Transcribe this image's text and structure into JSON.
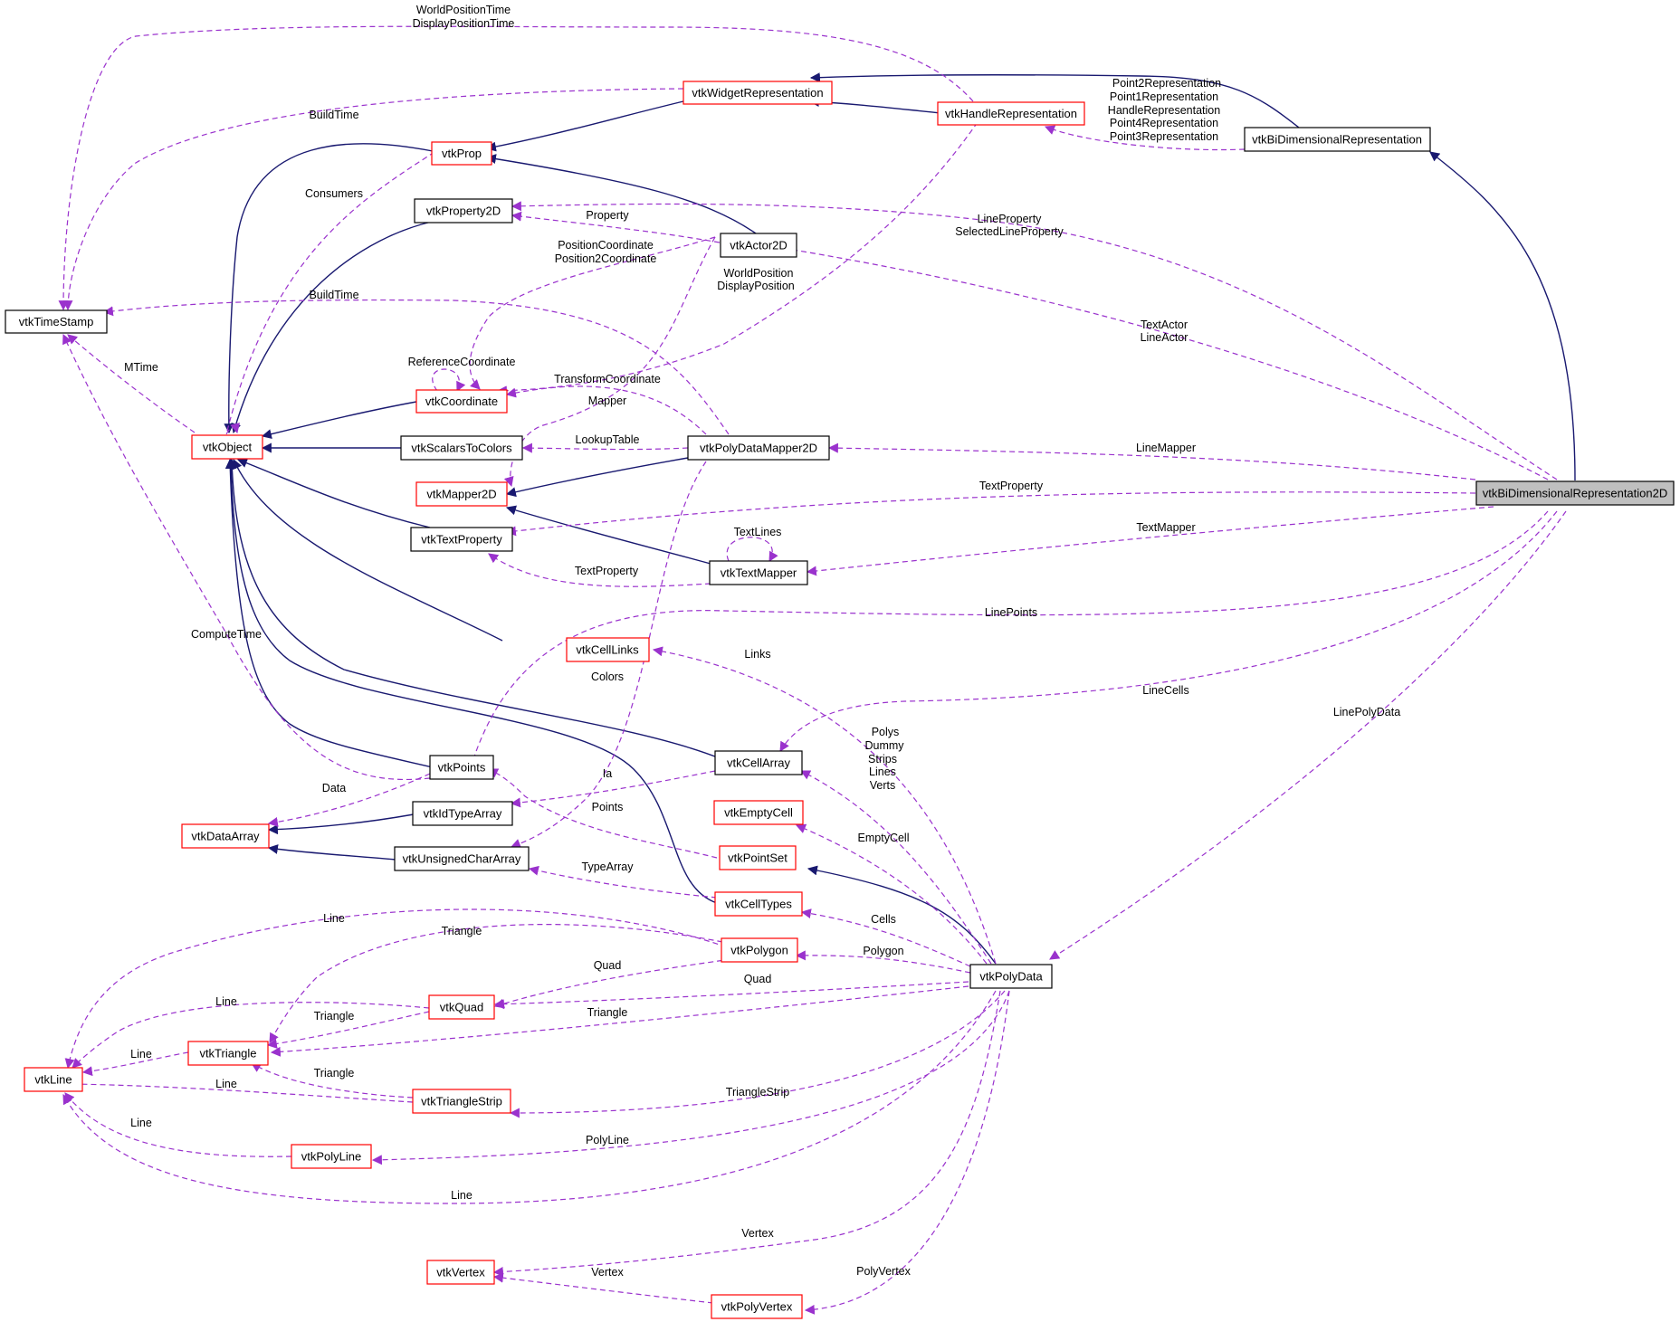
{
  "diagram": {
    "colors": {
      "inheritance_edge": "#191970",
      "usage_edge": "#9a32cd",
      "node_border_documented": "#000000",
      "node_border_undocumented": "#ff0000",
      "root_fill": "#bfbfbf"
    },
    "nodes": {
      "timestamp": "vtkTimeStamp",
      "widgetrep": "vtkWidgetRepresentation",
      "handlerep": "vtkHandleRepresentation",
      "bidimrep": "vtkBiDimensionalRepresentation",
      "prop": "vtkProp",
      "property2d": "vtkProperty2D",
      "actor2d": "vtkActor2D",
      "coordinate": "vtkCoordinate",
      "object": "vtkObject",
      "scalarstocolors": "vtkScalarsToColors",
      "polydatamapper2d": "vtkPolyDataMapper2D",
      "bidimrep2d": "vtkBiDimensionalRepresentation2D",
      "mapper2d": "vtkMapper2D",
      "textproperty": "vtkTextProperty",
      "textmapper": "vtkTextMapper",
      "celllinks": "vtkCellLinks",
      "points": "vtkPoints",
      "cellarray": "vtkCellArray",
      "dataarray": "vtkDataArray",
      "idtypearray": "vtkIdTypeArray",
      "emptycell": "vtkEmptyCell",
      "unsignedchararray": "vtkUnsignedCharArray",
      "pointset": "vtkPointSet",
      "celltypes": "vtkCellTypes",
      "polygon": "vtkPolygon",
      "polydata": "vtkPolyData",
      "quad": "vtkQuad",
      "triangle": "vtkTriangle",
      "line": "vtkLine",
      "trianglestrip": "vtkTriangleStrip",
      "polyline": "vtkPolyLine",
      "vertex": "vtkVertex",
      "polyvertex": "vtkPolyVertex"
    },
    "edge_labels": {
      "worldpositiontime": "WorldPositionTime",
      "displaypositiontime": "DisplayPositionTime",
      "buildtime_widget": "BuildTime",
      "point2rep": "Point2Representation",
      "point1rep": "Point1Representation",
      "handlerep": "HandleRepresentation",
      "point4rep": "Point4Representation",
      "point3rep": "Point3Representation",
      "consumers": "Consumers",
      "property": "Property",
      "lineproperty": "LineProperty",
      "selectedlineproperty": "SelectedLineProperty",
      "positioncoordinate": "PositionCoordinate",
      "position2coordinate": "Position2Coordinate",
      "worldposition": "WorldPosition",
      "displayposition": "DisplayPosition",
      "buildtime_mapper": "BuildTime",
      "textactor": "TextActor",
      "lineactor": "LineActor",
      "mtime": "MTime",
      "referencecoordinate": "ReferenceCoordinate",
      "transformcoordinate": "TransformCoordinate",
      "mapper": "Mapper",
      "lookuptable": "LookupTable",
      "linemapper": "LineMapper",
      "textproperty_rep": "TextProperty",
      "textlines": "TextLines",
      "textmapper": "TextMapper",
      "textproperty_mapper": "TextProperty",
      "computetime": "ComputeTime",
      "linepoints": "LinePoints",
      "links": "Links",
      "colors": "Colors",
      "linecells": "LineCells",
      "linepolydata": "LinePolyData",
      "polys": "Polys",
      "dummy": "Dummy",
      "strips": "Strips",
      "lines": "Lines",
      "verts": "Verts",
      "data": "Data",
      "ia": "Ia",
      "points": "Points",
      "emptycell": "EmptyCell",
      "typearray": "TypeArray",
      "cells": "Cells",
      "line_polygon": "Line",
      "triangle_polygon": "Triangle",
      "quad": "Quad",
      "polygon": "Polygon",
      "line_quad": "Line",
      "triangle_quad": "Triangle",
      "quad_pd": "Quad",
      "triangle_pd": "Triangle",
      "line_triangle": "Line",
      "triangle_strip": "Triangle",
      "line_strip": "Line",
      "trianglestrip": "TriangleStrip",
      "line_polyline": "Line",
      "polyline": "PolyLine",
      "line_pd": "Line",
      "vertex_pd": "Vertex",
      "vertex_pv": "Vertex",
      "polyvertex": "PolyVertex"
    }
  }
}
